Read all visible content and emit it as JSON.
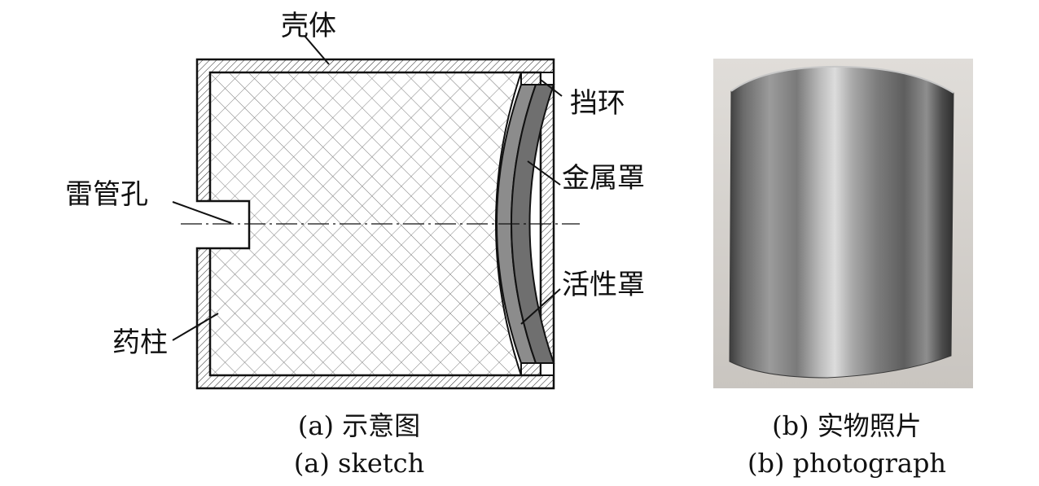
{
  "sketch": {
    "labels": {
      "shell": "壳体",
      "retaining_ring": "挡环",
      "metal_liner": "金属罩",
      "detonator_hole": "雷管孔",
      "active_liner": "活性罩",
      "charge": "药柱"
    },
    "caption_cn": "(a) 示意图",
    "caption_en": "(a) sketch"
  },
  "photo": {
    "caption_cn": "(b) 实物照片",
    "caption_en": "(b)  photograph"
  },
  "colors": {
    "line": "#111111",
    "metal_liner": "#6f6f6f",
    "active_liner": "#8c8c8c",
    "photo_bg": "#d6d3cf"
  }
}
